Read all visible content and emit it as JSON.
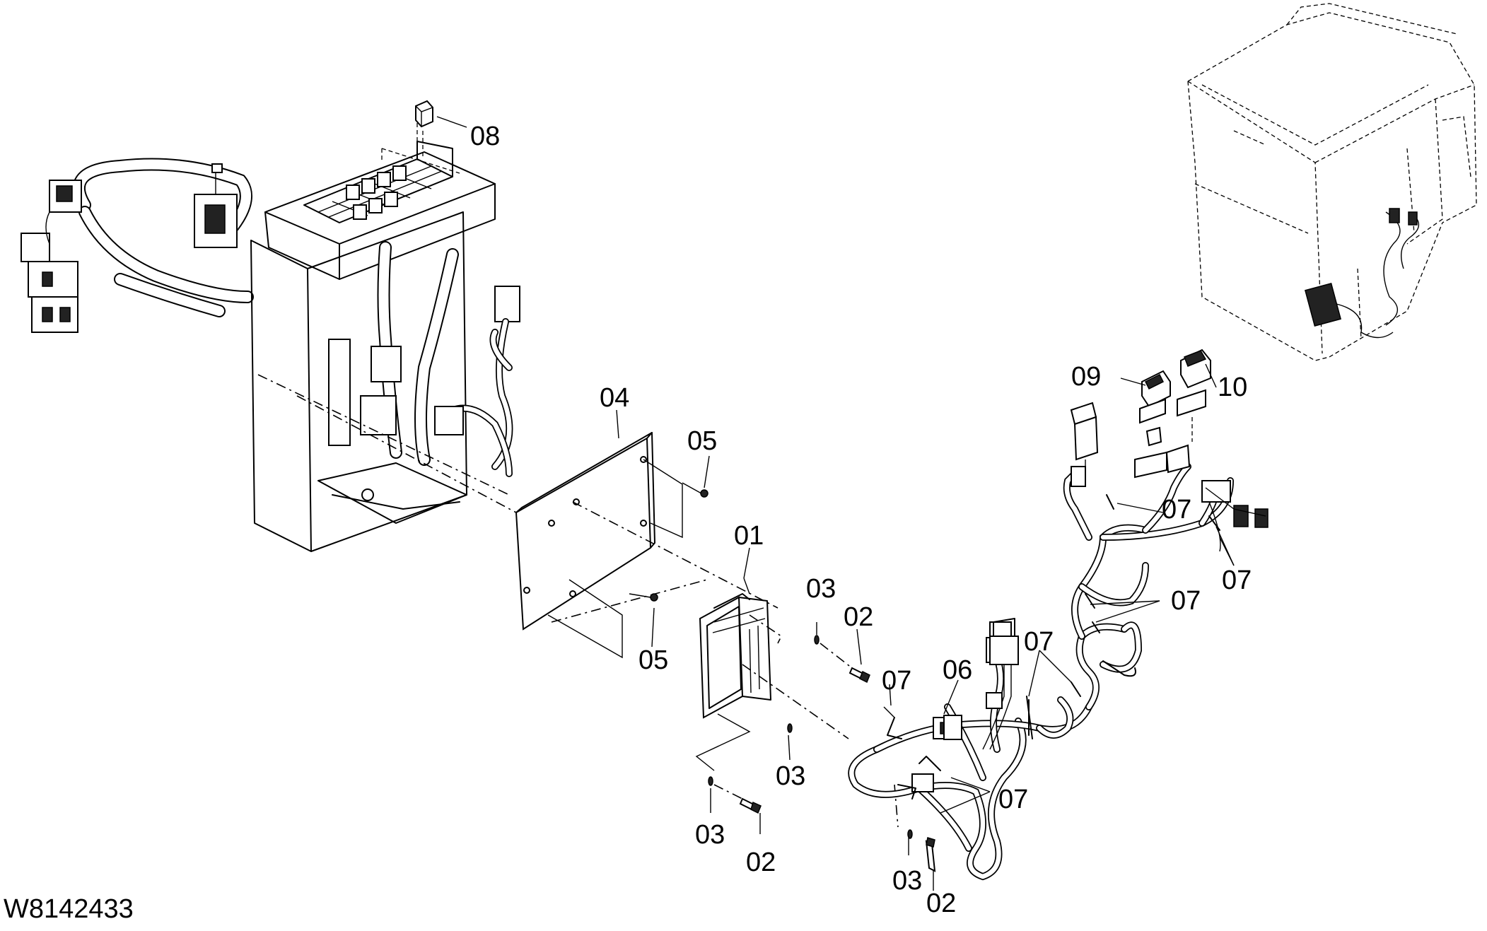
{
  "drawing_code": "W8142433",
  "callouts": {
    "c01": "01",
    "c02": "02",
    "c03": "03",
    "c04": "04",
    "c05": "05",
    "c06": "06",
    "c07": "07",
    "c08": "08",
    "c09": "09",
    "c10": "10"
  }
}
